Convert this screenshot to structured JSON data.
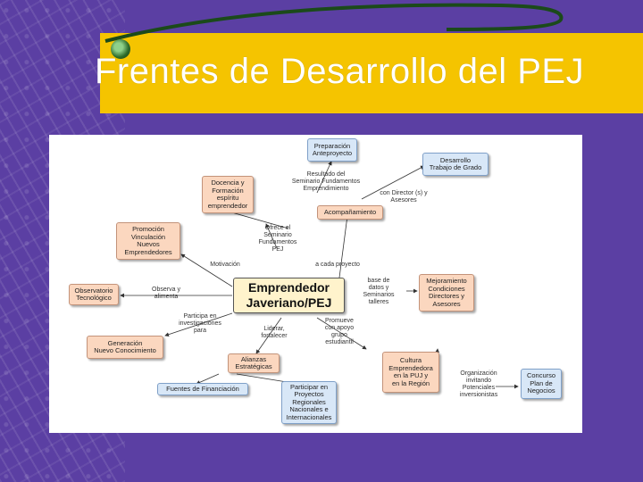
{
  "title": "Frentes de Desarrollo del PEJ",
  "nodes": {
    "center": "Emprendedor\nJaveriano/PEJ",
    "preparacion": "Preparación\nAnteproyecto",
    "desarrollo": "Desarrollo\nTrabajo de Grado",
    "docencia": "Docencia y\nFormación\nespíritu\nemprendedor",
    "acompanamiento": "Acompañamiento",
    "promocion": "Promoción\nVinculación\nNuevos\nEmprendedores",
    "observatorio": "Observatorio\nTecnológico",
    "mejoramiento": "Mejoramiento\nCondiciones\nDirectores y\nAsesores",
    "generacion": "Generación\nNuevo Conocimiento",
    "alianzas": "Alianzas\nEstratégicas",
    "fuentes": "Fuentes de Financiación",
    "participar": "Participar en\nProyectos\nRegionales\nNacionales e\nInternacionales",
    "cultura": "Cultura\nEmprendedora\nen la PUJ y\nen la Región",
    "concurso": "Concurso\nPlan de\nNegocios"
  },
  "labels": {
    "resultado": "Resultado del\nSeminario Fundamentos\nEmprendimiento",
    "condirector": "con Director (s) y\nAsesores",
    "ofrece": "Ofrece el\nSeminario\nFundamentos\nPEJ",
    "motivacion": "Motivación",
    "acada": "a cada proyecto",
    "observa": "Observa y\nalimenta",
    "base": "base de\ndatos y\nSeminarios\ntalleres",
    "participa": "Participa en\ninvestigaciones\npara",
    "liderar": "Liderar,\nfortalecer",
    "promueve": "Promueve\ncon apoyo\ngrupo\nestudiantil",
    "organizacion": "Organización\ninvitando\nPotenciales\ninversionistas"
  },
  "colors": {
    "background": "#5b3fa3",
    "titlebar": "#f5c400",
    "node": "#fbd7bf",
    "node_blue": "#d8e7f7"
  }
}
